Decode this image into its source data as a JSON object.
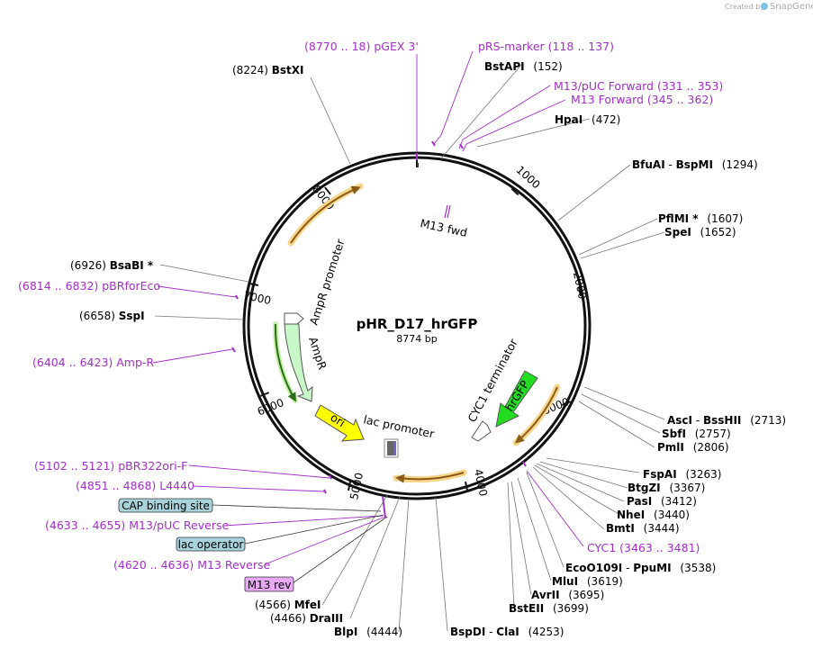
{
  "brand": {
    "created_by": "Created by",
    "name": "SnapGene"
  },
  "plasmid": {
    "name": "pHR_D17_hrGFP",
    "length_label": "8774 bp"
  },
  "size_ticks": [
    "1000",
    "2000",
    "3000",
    "4000",
    "5000",
    "6000",
    "7000",
    "8000"
  ],
  "enzymes": [
    {
      "pos": "(8224)",
      "name": "BstXI",
      "star": ""
    },
    {
      "pos": "(152)",
      "name": "BstAPI",
      "star": ""
    },
    {
      "pos": "(472)",
      "name": "HpaI",
      "star": ""
    },
    {
      "pos": "(1294)",
      "name": "BfuAI",
      "name2": "BspMI",
      "star": ""
    },
    {
      "pos": "(1607)",
      "name": "PflMI",
      "star": "*"
    },
    {
      "pos": "(1652)",
      "name": "SpeI",
      "star": ""
    },
    {
      "pos": "(6926)",
      "name": "BsaBI",
      "star": "*"
    },
    {
      "pos": "(6658)",
      "name": "SspI",
      "star": ""
    },
    {
      "pos": "(2713)",
      "name": "AscI",
      "name2": "BssHII",
      "star": ""
    },
    {
      "pos": "(2757)",
      "name": "SbfI",
      "star": ""
    },
    {
      "pos": "(2806)",
      "name": "PmlI",
      "star": ""
    },
    {
      "pos": "(3263)",
      "name": "FspAI",
      "star": ""
    },
    {
      "pos": "(3367)",
      "name": "BtgZI",
      "star": ""
    },
    {
      "pos": "(3412)",
      "name": "PasI",
      "star": ""
    },
    {
      "pos": "(3440)",
      "name": "NheI",
      "star": ""
    },
    {
      "pos": "(3444)",
      "name": "BmtI",
      "star": ""
    },
    {
      "pos": "(3538)",
      "name": "EcoO109I",
      "name2": "PpuMI",
      "star": ""
    },
    {
      "pos": "(3619)",
      "name": "MluI",
      "star": ""
    },
    {
      "pos": "(3695)",
      "name": "AvrII",
      "star": ""
    },
    {
      "pos": "(3699)",
      "name": "BstEII",
      "star": ""
    },
    {
      "pos": "(4253)",
      "name": "BspDI",
      "name2": "ClaI",
      "star": ""
    },
    {
      "pos": "(4444)",
      "name": "BlpI",
      "star": ""
    },
    {
      "pos": "(4466)",
      "name": "DraIII",
      "star": ""
    },
    {
      "pos": "(4566)",
      "name": "MfeI",
      "star": ""
    }
  ],
  "primers": [
    {
      "range": "(8770 .. 18)",
      "name": "pGEX 3'"
    },
    {
      "range": "(118 .. 137)",
      "name": "pRS-marker"
    },
    {
      "range": "(331 .. 353)",
      "name": "M13/pUC Forward"
    },
    {
      "range": "(345 .. 362)",
      "name": "M13 Forward"
    },
    {
      "range": "(6814 .. 6832)",
      "name": "pBRforEco"
    },
    {
      "range": "(6404 .. 6423)",
      "name": "Amp-R"
    },
    {
      "range": "(5102 .. 5121)",
      "name": "pBR322ori-F"
    },
    {
      "range": "(4851 .. 4868)",
      "name": "L4440"
    },
    {
      "range": "(4633 .. 4655)",
      "name": "M13/pUC Reverse"
    },
    {
      "range": "(4620 .. 4636)",
      "name": "M13 Reverse"
    },
    {
      "range": "(3463 .. 3481)",
      "name": "CYC1"
    }
  ],
  "boxed_features": {
    "cap": "CAP binding site",
    "lac_op": "lac operator",
    "m13rev": "M13 rev"
  },
  "features": {
    "m13fwd": "M13 fwd",
    "ampr_promoter": "AmpR promoter",
    "ampr": "AmpR",
    "ori": "ori",
    "lac_promoter": "lac promoter",
    "cyc1_term": "CYC1 terminator",
    "hrgfp": "hrGFP"
  },
  "colors": {
    "primer": "#a12fc7",
    "ori": "#ffff00",
    "hrgfp": "#22dd22",
    "ampr": "#c8f7c8",
    "orf_arrow": "#8a5a1a",
    "orf_glow": "#f7d58a",
    "box_blue": "#a9d3db",
    "box_purple": "#e8a8f4"
  }
}
